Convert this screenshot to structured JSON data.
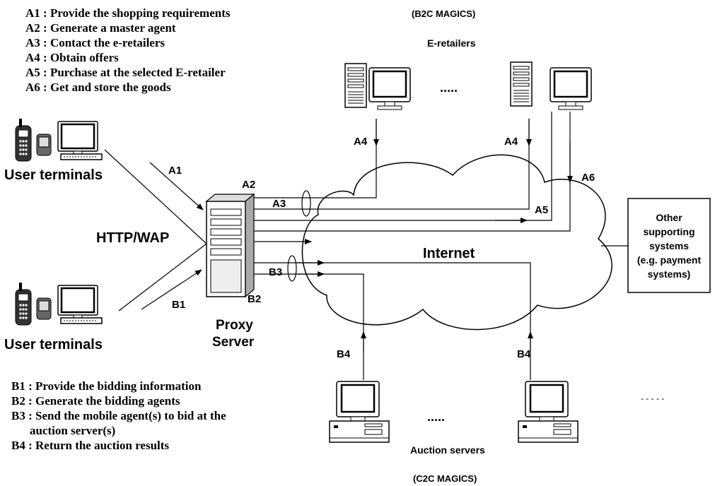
{
  "legend_a": [
    "A1 : Provide the shopping requirements",
    "A2 : Generate a master agent",
    "A3 : Contact the e-retailers",
    "A4 : Obtain  offers",
    "A5 : Purchase at the selected E-retailer",
    "A6 : Get and store the goods"
  ],
  "legend_b": [
    "B1 : Provide the bidding information",
    "B2 : Generate the bidding agents",
    "B3 : Send the mobile agent(s) to bid at the",
    "auction server(s)",
    "B4 : Return the auction results"
  ],
  "labels": {
    "b2c": "(B2C MAGICS)",
    "eretailers": "E-retailers",
    "dots_top": ".....",
    "user_terminals_top": "User terminals",
    "user_terminals_bottom": "User terminals",
    "http_wap": "HTTP/WAP",
    "proxy_line1": "Proxy",
    "proxy_line2": "Server",
    "internet": "Internet",
    "other_1": "Other",
    "other_2": "supporting",
    "other_3": "systems",
    "other_4": "(e.g. payment",
    "other_5": "systems)",
    "dots_bottom": ".....",
    "dots_right": "- - - - -",
    "auction_servers": "Auction servers",
    "c2c": "(C2C MAGICS)",
    "a1": "A1",
    "a2": "A2",
    "a3": "A3",
    "a4_left": "A4",
    "a4_right": "A4",
    "a5": "A5",
    "a6": "A6",
    "b1": "B1",
    "b2": "B2",
    "b3": "B3",
    "b4_left": "B4",
    "b4_right": "B4"
  }
}
